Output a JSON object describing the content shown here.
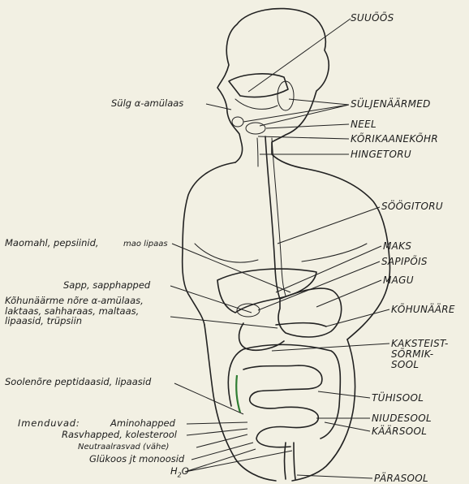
{
  "labels_right": {
    "suuoos": "SUUÕÕS",
    "syljenaarmed": "SÜLJENÄÄRMED",
    "neel": "NEEL",
    "korikaanekohr": "KÕRIKAANEKÕHR",
    "hingetoru": "HINGETORU",
    "soogitoru": "SÖÖGITORU",
    "maks": "MAKS",
    "sapipois": "SAPIPÕIS",
    "magu": "MAGU",
    "kohunaare": "KÕHUNÄÄRE",
    "kaksteistsormiksool": "KAKSTEIST-\nSÕRMIK-\nSOOL",
    "tuhisool": "TÜHISOOL",
    "niudesool": "NIUDESOOL",
    "kaarsool": "KÄÄRSOOL",
    "parasool": "PÄRASOOL"
  },
  "labels_left": {
    "sylg": "Sülg α-amülaas",
    "maomahl": "Maomahl, pepsiinid,",
    "mao_lipaas": "mao lipaas",
    "sapp": "Sapp, sapphapped",
    "kohunaarme_nore": "Kõhunäärme nõre α-amülaas,\nlaktaas, sahharaas, maltaas,\nlipaasid, trüpsiin",
    "soolenore": "Soolenõre peptidaasid, lipaasid",
    "imenduvad": "Imenduvad:",
    "aminohapped": "Aminohapped",
    "rasvhapped": "Rasvhapped, kolesterool",
    "neutraalrasvad": "Neutraalrasvad (vähe)",
    "glukoos": "Glükoos jt monoosid",
    "h2o_h": "H",
    "h2o_sub": "2",
    "h2o_o": "O"
  },
  "colors": {
    "background": "#f2f0e3",
    "ink": "#222222",
    "label": "#1c1c1c",
    "small_intestine_accent": "#2e7d32"
  }
}
